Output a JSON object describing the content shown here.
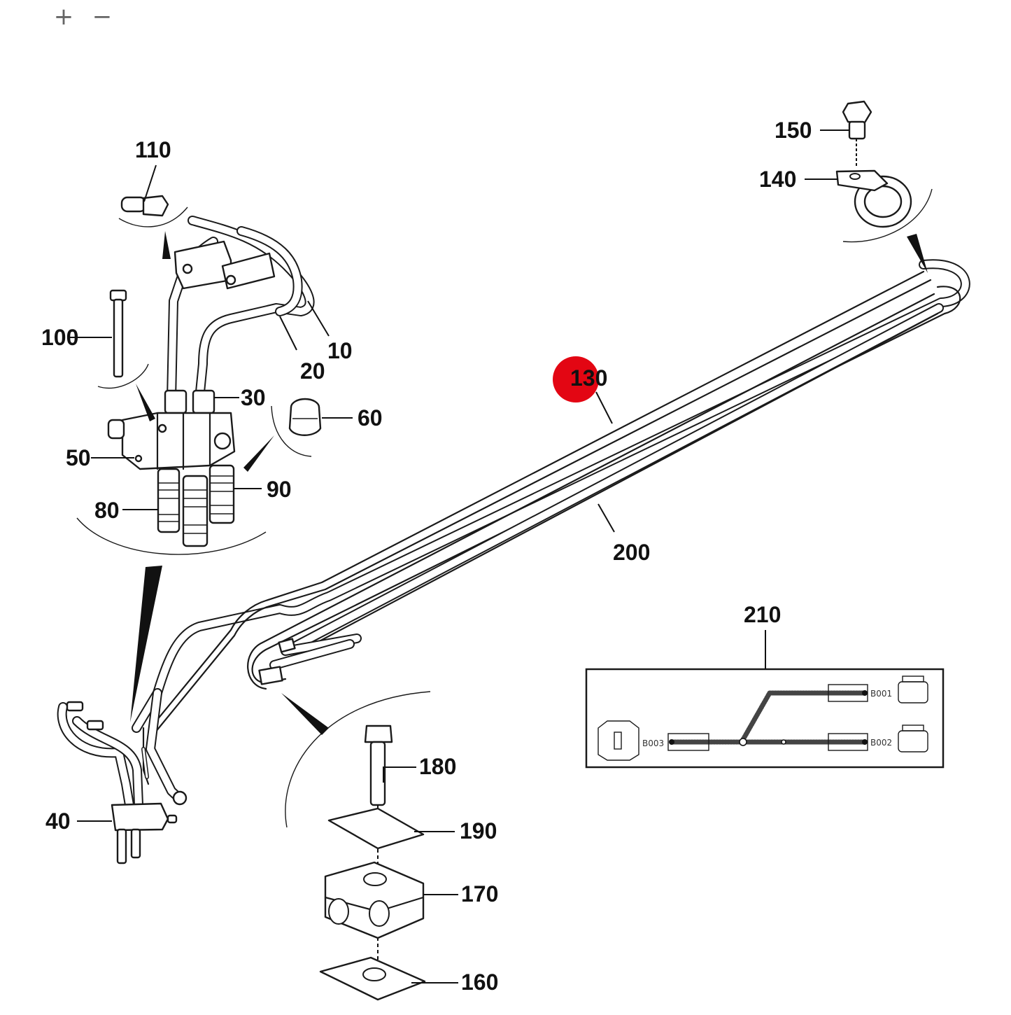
{
  "toolbar": {
    "zoom_in": "+",
    "zoom_out": "−"
  },
  "callouts": {
    "p10": "10",
    "p20": "20",
    "p30": "30",
    "p40": "40",
    "p50": "50",
    "p60": "60",
    "p80": "80",
    "p90": "90",
    "p100": "100",
    "p110": "110",
    "p130": "130",
    "p140": "140",
    "p150": "150",
    "p160": "160",
    "p170": "170",
    "p180": "180",
    "p190": "190",
    "p200": "200",
    "p210": "210"
  },
  "wiring": {
    "b001": "B001",
    "b002": "B002",
    "b003": "B003"
  },
  "highlight": {
    "part": "130",
    "color": "#e30613"
  },
  "icons": {
    "zoom_in": "plus-icon",
    "zoom_out": "minus-icon"
  }
}
